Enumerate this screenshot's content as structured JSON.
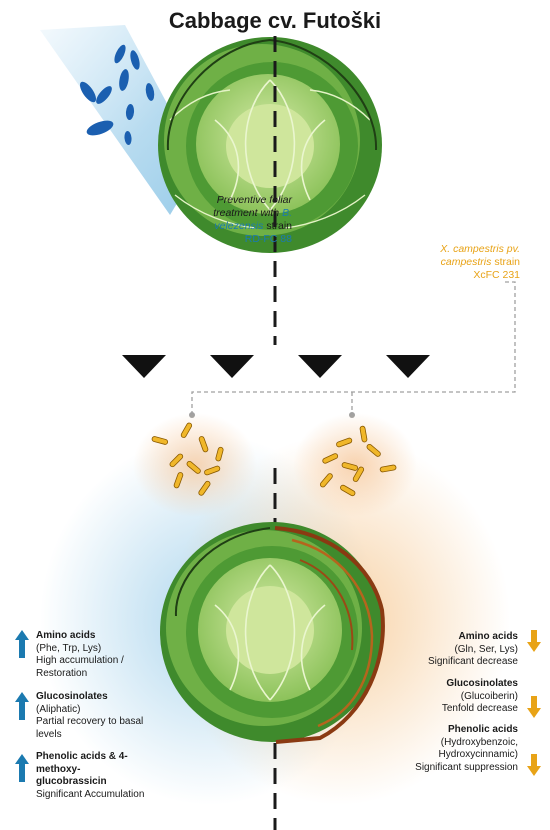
{
  "title": "Cabbage cv. Futoški",
  "treatment": {
    "line1": "Preventive foliar",
    "line2": "treatment with",
    "genus": "B.",
    "species": "velezensis",
    "strain_word": "strain",
    "strain_id": "RD-FC 88"
  },
  "pathogen": {
    "name1": "X. campestris pv.",
    "name2": "campestris",
    "strain_word": "strain",
    "strain_id": "XcFC 231"
  },
  "left_effects": [
    {
      "heading": "Amino acids",
      "detail1": "(Phe, Trp, Lys)",
      "detail2": "High accumulation /",
      "detail3": "Restoration",
      "direction": "up"
    },
    {
      "heading": "Glucosinolates",
      "detail1": "(Aliphatic)",
      "detail2": "Partial recovery to basal",
      "detail3": "levels",
      "direction": "up"
    },
    {
      "heading": "Phenolic acids & 4-",
      "heading2": "methoxy-",
      "heading3": "glucobrassicin",
      "detail1": "Significant Accumulation",
      "direction": "up"
    }
  ],
  "right_effects": [
    {
      "heading": "Amino acids",
      "detail1": "(Gln, Ser, Lys)",
      "detail2": "Significant decrease",
      "direction": "down"
    },
    {
      "heading": "Glucosinolates",
      "detail1": "(Glucoiberin)",
      "detail2": "Tenfold decrease",
      "direction": "down"
    },
    {
      "heading": "Phenolic acids",
      "detail1": "(Hydroxybenzoic,",
      "detail2": "Hydroxycinnamic)",
      "detail3": "Significant suppression",
      "direction": "down"
    }
  ],
  "colors": {
    "blue": "#1b7ab0",
    "orange": "#e8a317",
    "leaf_dark": "#3f8a2c",
    "leaf_light": "#a8d37a"
  }
}
